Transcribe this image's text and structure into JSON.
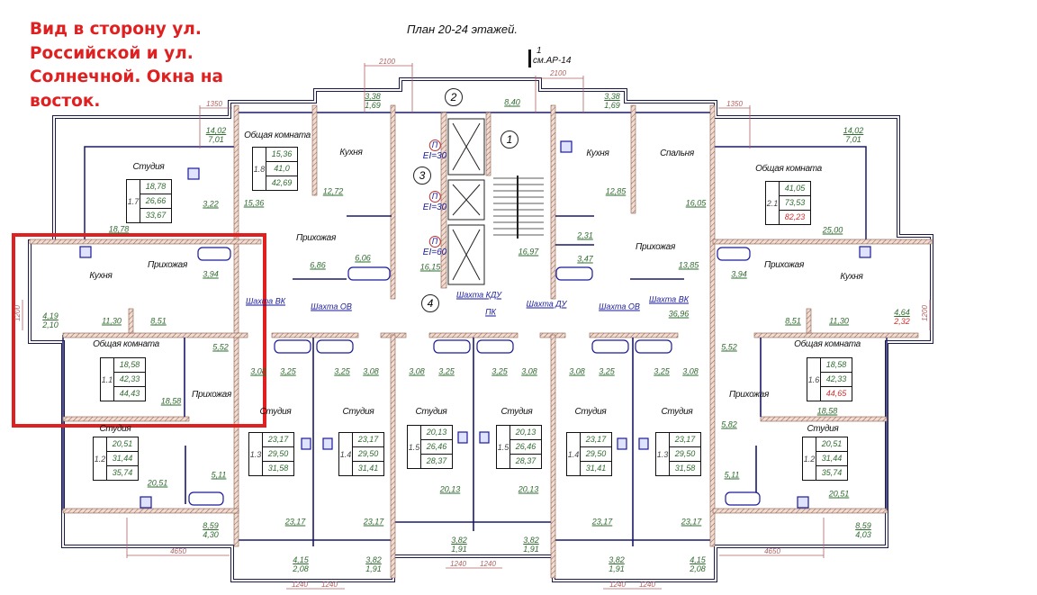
{
  "header": {
    "annotation": [
      "Вид в сторону ул.",
      "Российской и ул.",
      "Солнечной. Окна на",
      "восток."
    ],
    "title": "План 20-24 этажей.",
    "section_mark": {
      "number": "1",
      "ref": "см.АР-14"
    }
  },
  "colors": {
    "annotation": "#e02020",
    "area_text": "#2f6b2f",
    "highlight": "#d03030",
    "walls": "#8a5a4a",
    "fixtures": "#1a1a9a"
  },
  "axes": [
    "1",
    "2",
    "3",
    "4"
  ],
  "fire_doors": [
    {
      "letter": "П",
      "rating": "EI=30"
    },
    {
      "letter": "П",
      "rating": "EI=30"
    },
    {
      "letter": "П",
      "rating": "EI=60"
    }
  ],
  "shafts": {
    "vk_left": "Шахта ВК",
    "ov_left": "Шахта ОВ",
    "kdu": "Шахта КДУ",
    "du": "Шахта ДУ",
    "ov_right": "Шахта ОВ",
    "vk_right": "Шахта ВК",
    "pk": "ПК"
  },
  "dimensions": [
    "2100",
    "2100",
    "1350",
    "1350",
    "1200",
    "1200",
    "4650",
    "4650",
    "1240",
    "1240",
    "1240",
    "1240",
    "1240",
    "1240"
  ],
  "apartments": [
    {
      "number": "1.8",
      "living": "15,36",
      "total": "41,0",
      "total_with_balcony": "42,69"
    },
    {
      "number": "1.7",
      "living": "18,78",
      "total": "26,66",
      "total_with_balcony": "33,67"
    },
    {
      "number": "2.1",
      "living": "41,05",
      "total": "73,53",
      "total_with_balcony": "82,23"
    },
    {
      "number": "1.1",
      "living": "18,58",
      "total": "42,33",
      "total_with_balcony": "44,43"
    },
    {
      "number": "1.6",
      "living": "18,58",
      "total": "42,33",
      "total_with_balcony": "44,65"
    },
    {
      "number": "1.2",
      "living": "20,51",
      "total": "31,44",
      "total_with_balcony": "35,74"
    },
    {
      "number": "1.3",
      "living": "23,17",
      "total": "29,50",
      "total_with_balcony": "31,58"
    },
    {
      "number": "1.4",
      "living": "23,17",
      "total": "29,50",
      "total_with_balcony": "31,41"
    },
    {
      "number": "1.5",
      "living": "20,13",
      "total": "26,46",
      "total_with_balcony": "28,37"
    },
    {
      "number": "1.5",
      "living": "20,13",
      "total": "26,46",
      "total_with_balcony": "28,37"
    },
    {
      "number": "1.4",
      "living": "23,17",
      "total": "29,50",
      "total_with_balcony": "31,41"
    },
    {
      "number": "1.3",
      "living": "23,17",
      "total": "29,50",
      "total_with_balcony": "31,58"
    },
    {
      "number": "1.2",
      "living": "20,51",
      "total": "31,44",
      "total_with_balcony": "35,74"
    }
  ],
  "rooms": [
    "Общая комната",
    "Кухня",
    "Студия",
    "Прихожая",
    "Кухня",
    "Прихожая",
    "Кухня",
    "Спальня",
    "Общая комната",
    "Прихожая",
    "Прихожая",
    "Кухня",
    "Общая комната",
    "Прихожая",
    "Студия",
    "Студия",
    "Студия",
    "Студия",
    "Студия",
    "Студия",
    "Студия",
    "Прихожая",
    "Общая комната",
    "Студия"
  ],
  "areas": [
    "12,72",
    "3,22",
    "15,36",
    "18,78",
    "6,86",
    "6,06",
    "16,15",
    "16,97",
    "8,40",
    "3,94",
    "12,85",
    "16,05",
    "25,00",
    "2,31",
    "3,47",
    "13,85",
    "3,94",
    "11,30",
    "8,51",
    "5,52",
    "18,58",
    "36,96",
    "5,52",
    "8,51",
    "11,30",
    "18,58",
    "3,08",
    "3,25",
    "3,25",
    "3,08",
    "3,08",
    "3,25",
    "3,25",
    "3,08",
    "3,08",
    "3,25",
    "3,25",
    "3,08",
    "5,82",
    "5,11",
    "20,51",
    "20,13",
    "20,13",
    "5,11",
    "20,51",
    "23,17",
    "23,17",
    "23,17",
    "23,17"
  ],
  "balconies": [
    {
      "area": "3,38",
      "reduced": "1,69"
    },
    {
      "area": "14,02",
      "reduced": "7,01"
    },
    {
      "area": "3,38",
      "reduced": "1,69"
    },
    {
      "area": "14,02",
      "reduced": "7,01"
    },
    {
      "area": "4,19",
      "reduced": "2,10"
    },
    {
      "area": "4,64",
      "reduced": "2,32"
    },
    {
      "area": "8,59",
      "reduced": "4,30"
    },
    {
      "area": "8,59",
      "reduced": "4,03"
    },
    {
      "area": "4,15",
      "reduced": "2,08"
    },
    {
      "area": "3,82",
      "reduced": "1,91"
    },
    {
      "area": "3,82",
      "reduced": "1,91"
    },
    {
      "area": "3,82",
      "reduced": "1,91"
    },
    {
      "area": "3,82",
      "reduced": "1,91"
    },
    {
      "area": "4,15",
      "reduced": "2,08"
    }
  ]
}
